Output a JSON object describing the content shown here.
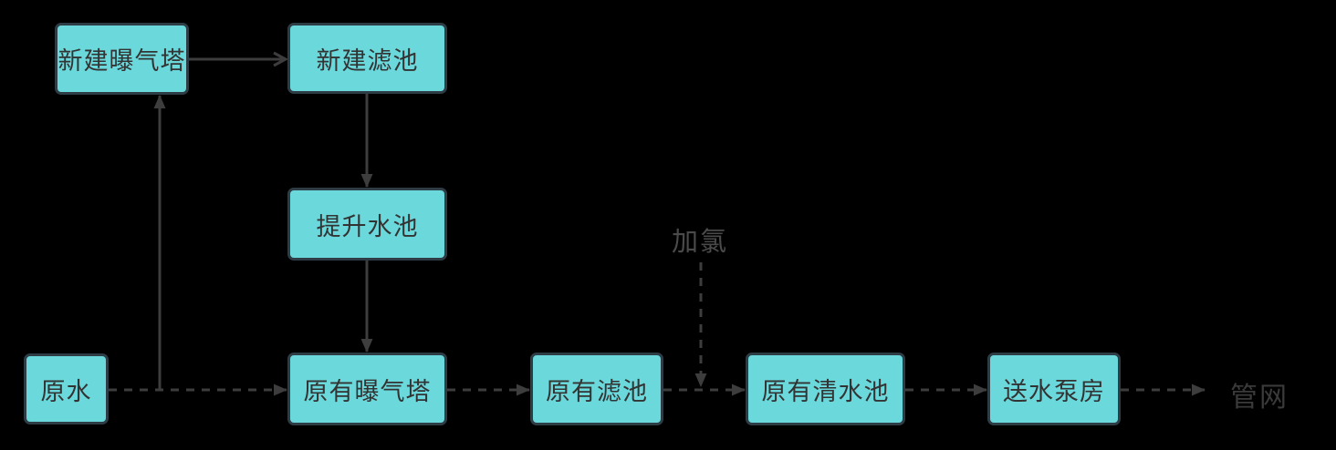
{
  "diagram": {
    "title_semantics": "water treatment process flow diagram",
    "colors": {
      "background": "#000000",
      "node_fill": "#6bd8dc",
      "node_border": "#2e3d45",
      "line": "#3d3d3d",
      "node_text": "#333333",
      "chlorine_text": "#4a4a4a",
      "pipe_network_text": "#3a3a3a"
    },
    "nodes": [
      {
        "id": "new-aeration-tower",
        "label": "新建曝气塔"
      },
      {
        "id": "new-filter-pool",
        "label": "新建滤池"
      },
      {
        "id": "lift-pool",
        "label": "提升水池"
      },
      {
        "id": "raw-water",
        "label": "原水"
      },
      {
        "id": "old-aeration-tower",
        "label": "原有曝气塔"
      },
      {
        "id": "old-filter-pool",
        "label": "原有滤池"
      },
      {
        "id": "old-clear-pool",
        "label": "原有清水池"
      },
      {
        "id": "pump-house",
        "label": "送水泵房"
      }
    ],
    "floating_labels": [
      {
        "id": "chlorination",
        "label": "加氯"
      },
      {
        "id": "pipe-network",
        "label": "管网"
      }
    ],
    "edges": [
      {
        "from": "new-aeration-tower",
        "to": "new-filter-pool",
        "style": "solid",
        "head": "open"
      },
      {
        "from": "new-filter-pool",
        "to": "lift-pool",
        "style": "solid",
        "head": "filled"
      },
      {
        "from": "lift-pool",
        "to": "old-aeration-tower",
        "style": "solid",
        "head": "filled"
      },
      {
        "from": "raw-water-line",
        "to": "new-aeration-tower",
        "style": "solid",
        "head": "filled"
      },
      {
        "from": "raw-water",
        "to": "old-aeration-tower",
        "style": "dashed",
        "head": "filled"
      },
      {
        "from": "old-aeration-tower",
        "to": "old-filter-pool",
        "style": "dashed",
        "head": "filled"
      },
      {
        "from": "old-filter-pool",
        "to": "old-clear-pool",
        "style": "dashed",
        "head": "filled"
      },
      {
        "from": "chlorination",
        "to": "flow-line",
        "style": "dashed",
        "head": "filled"
      },
      {
        "from": "old-clear-pool",
        "to": "pump-house",
        "style": "dashed",
        "head": "filled"
      },
      {
        "from": "pump-house",
        "to": "pipe-network",
        "style": "dashed",
        "head": "filled"
      }
    ]
  }
}
